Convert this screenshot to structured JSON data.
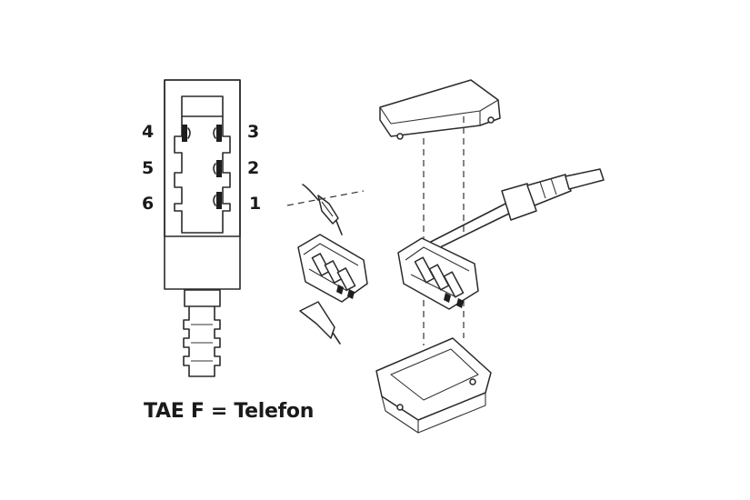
{
  "diagram": {
    "pin_labels": {
      "p4": "4",
      "p3": "3",
      "p5": "5",
      "p2": "2",
      "p6": "6",
      "p1": "1"
    },
    "caption": "TAE F = Telefon"
  }
}
